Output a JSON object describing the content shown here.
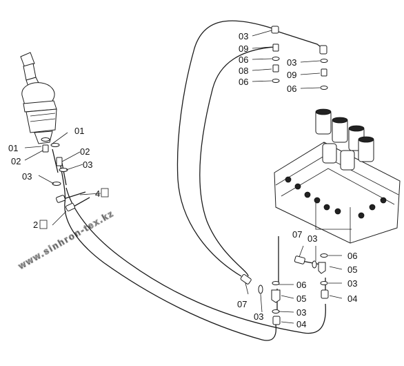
{
  "watermark": "www.sinhron-tex.kz",
  "labels": {
    "c01a": "01",
    "c01b": "01",
    "c02a": "02",
    "c02b": "02",
    "c03a": "03",
    "c03b": "03",
    "c4": "4",
    "c2": "2",
    "u03a": "03",
    "u09a": "09",
    "u06a": "06",
    "u08": "08",
    "u06b": "06",
    "u03b": "03",
    "u09b": "09",
    "u06c": "06",
    "m07": "07",
    "m03": "03",
    "m06": "06",
    "m05": "05",
    "m03b": "03",
    "m04": "04",
    "b06": "06",
    "b05": "05",
    "b07": "07",
    "b03": "03",
    "b03c": "03",
    "b04": "04"
  }
}
